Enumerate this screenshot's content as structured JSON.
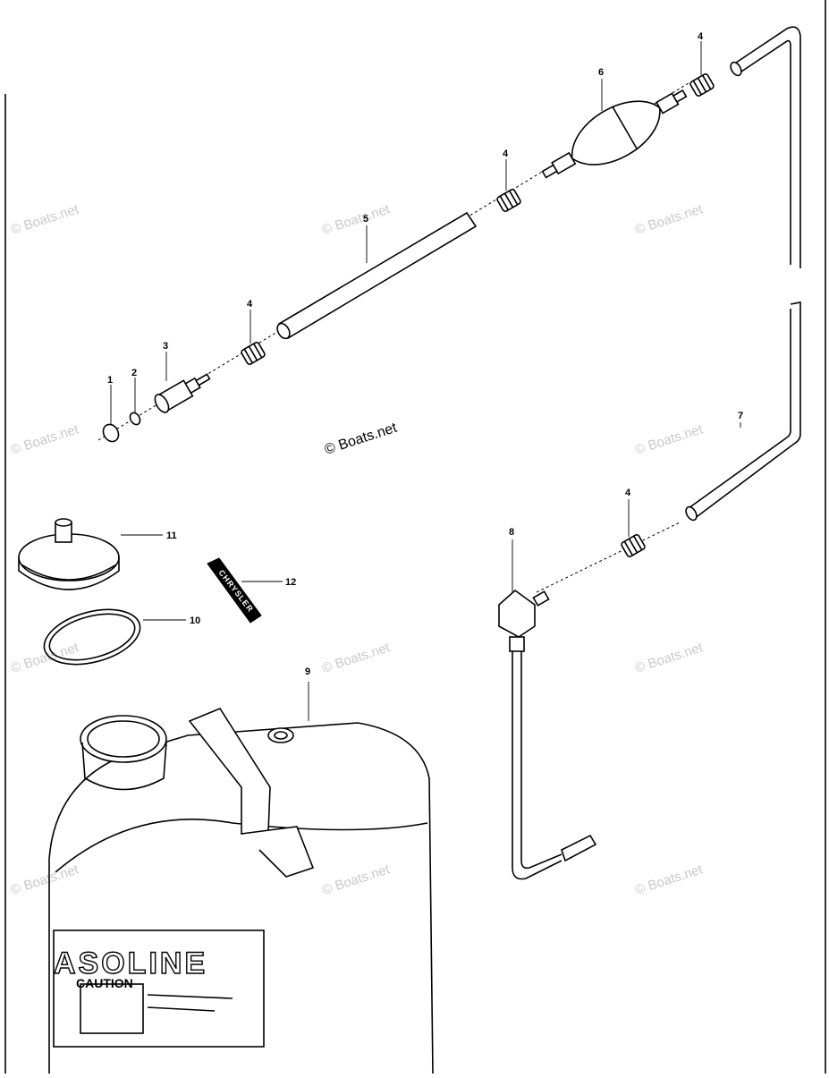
{
  "diagram": {
    "callouts": [
      {
        "id": "c1",
        "label": "1"
      },
      {
        "id": "c2",
        "label": "2"
      },
      {
        "id": "c3",
        "label": "3"
      },
      {
        "id": "c4a",
        "label": "4"
      },
      {
        "id": "c4b",
        "label": "4"
      },
      {
        "id": "c4c",
        "label": "4"
      },
      {
        "id": "c4d",
        "label": "4"
      },
      {
        "id": "c5",
        "label": "5"
      },
      {
        "id": "c6",
        "label": "6"
      },
      {
        "id": "c7",
        "label": "7"
      },
      {
        "id": "c8",
        "label": "8"
      },
      {
        "id": "c9",
        "label": "9"
      },
      {
        "id": "c10",
        "label": "10"
      },
      {
        "id": "c11",
        "label": "11"
      },
      {
        "id": "c12",
        "label": "12"
      }
    ],
    "watermark": "© Boats.net",
    "tank_text": {
      "brand": "ASOLINE",
      "caution": "CAUTION"
    },
    "decal_text": "CHRYSLER"
  }
}
